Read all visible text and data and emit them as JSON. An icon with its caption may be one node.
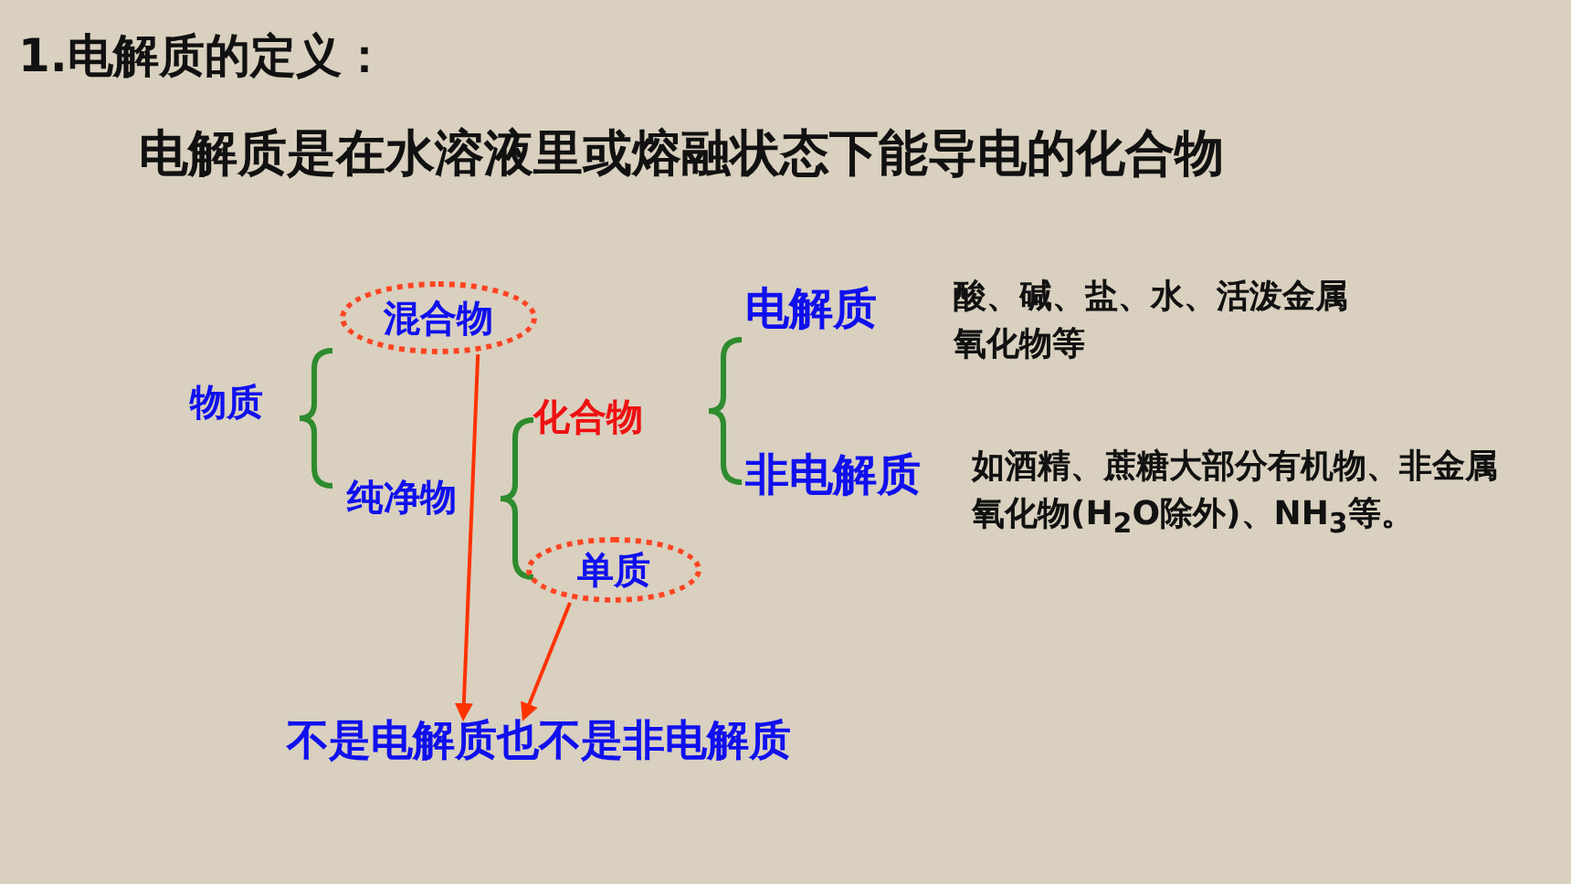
{
  "diagram": {
    "title": "1.电解质的定义：",
    "nodes": [
      {
        "text": [
          "物质"
        ]
      },
      {
        "text": [
          "混合物"
        ]
      },
      {
        "text": [
          "纯净物"
        ]
      },
      {
        "text": [
          "化合物"
        ]
      },
      {
        "text": [
          "单质"
        ]
      },
      {
        "text": [
          "电解质"
        ],
        "beside": [
          "酸、碱、盐、水、活泼金属氧化物等"
        ]
      },
      {
        "text": [
          "非电解质"
        ],
        "beside": [
          "如酒精、蔗糖大部分有机物、非金属氧化物(H$_{2}$O除外)、NH$_{3}$等。"
        ]
      },
      {
        "text": [
          "不是电解质也不是非电解质"
        ]
      }
    ],
    "edges": [
      {
        "from": 1,
        "to": 7,
        "arrow": "to"
      },
      {
        "from": 4,
        "to": 7,
        "arrow": "to"
      }
    ],
    "labels": [
      "电解质是在水溶液里或熔融状态下能导电的化合物"
    ]
  }
}
